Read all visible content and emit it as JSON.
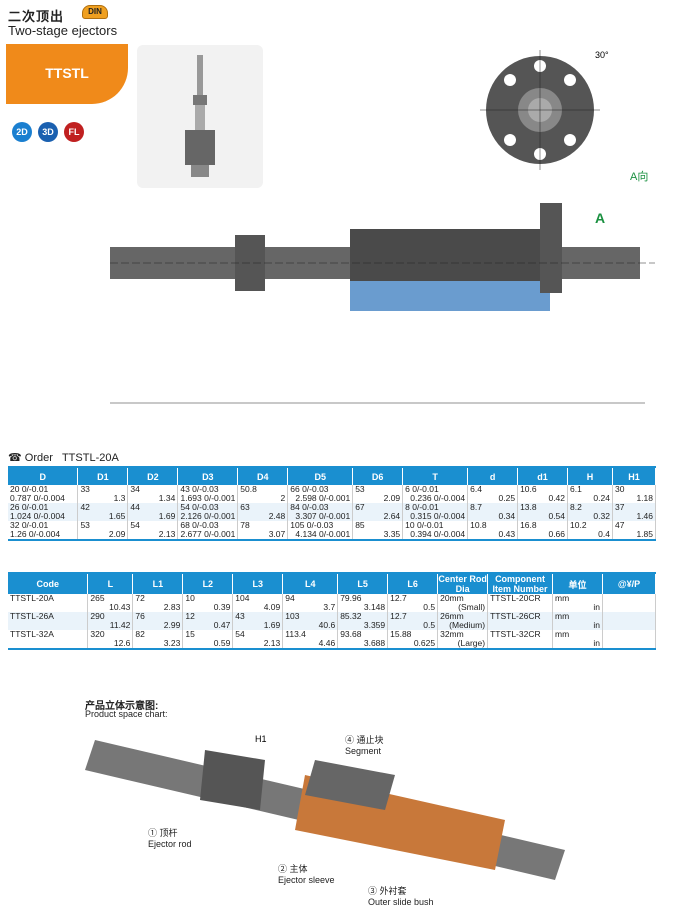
{
  "header": {
    "title_cn": "二次顶出",
    "title_en": "Two-stage ejectors",
    "din": "DIN",
    "badge": "TTSTL",
    "icons": [
      {
        "t": "2D",
        "c": "#1a7fd0"
      },
      {
        "t": "3D",
        "c": "#1a60b0"
      },
      {
        "t": "FL",
        "c": "#c02020"
      }
    ]
  },
  "drawing": {
    "angle": "30°",
    "a_view": "A向",
    "a": "A"
  },
  "order": {
    "label": "Order",
    "code": "TTSTL-20A"
  },
  "table1": {
    "headers": [
      "D",
      "D1",
      "D2",
      "D3",
      "D4",
      "D5",
      "D6",
      "T",
      "d",
      "d1",
      "H",
      "H1"
    ],
    "rows": [
      [
        "20 0/-0.01",
        "33",
        "34",
        "43 0/-0.03",
        "50.8",
        "66 0/-0.03",
        "53",
        "6 0/-0.01",
        "6.4",
        "10.6",
        "6.1",
        "30"
      ],
      [
        "0.787 0/-0.004",
        "1.3",
        "1.34",
        "1.693 0/-0.001",
        "2",
        "2.598 0/-0.001",
        "2.09",
        "0.236 0/-0.004",
        "0.25",
        "0.42",
        "0.24",
        "1.18"
      ],
      [
        "26 0/-0.01",
        "42",
        "44",
        "54 0/-0.03",
        "63",
        "84 0/-0.03",
        "67",
        "8 0/-0.01",
        "8.7",
        "13.8",
        "8.2",
        "37"
      ],
      [
        "1.024 0/-0.004",
        "1.65",
        "1.69",
        "2.126 0/-0.001",
        "2.48",
        "3.307 0/-0.001",
        "2.64",
        "0.315 0/-0.004",
        "0.34",
        "0.54",
        "0.32",
        "1.46"
      ],
      [
        "32 0/-0.01",
        "53",
        "54",
        "68 0/-0.03",
        "78",
        "105 0/-0.03",
        "85",
        "10 0/-0.01",
        "10.8",
        "16.8",
        "10.2",
        "47"
      ],
      [
        "1.26 0/-0.004",
        "2.09",
        "2.13",
        "2.677 0/-0.001",
        "3.07",
        "4.134 0/-0.001",
        "3.35",
        "0.394 0/-0.004",
        "0.43",
        "0.66",
        "0.4",
        "1.85"
      ]
    ]
  },
  "table2": {
    "headers": [
      "Code",
      "L",
      "L1",
      "L2",
      "L3",
      "L4",
      "L5",
      "L6",
      "Center Rod Dia",
      "Component Item Number",
      "单位",
      "@¥/P"
    ],
    "rows": [
      [
        "TTSTL-20A",
        "265",
        "72",
        "10",
        "104",
        "94",
        "79.96",
        "12.7",
        "20mm",
        "TTSTL-20CR",
        "mm",
        ""
      ],
      [
        "",
        "10.43",
        "2.83",
        "0.39",
        "4.09",
        "3.7",
        "3.148",
        "0.5",
        "(Small)",
        "",
        "in",
        ""
      ],
      [
        "TTSTL-26A",
        "290",
        "76",
        "12",
        "43",
        "103",
        "85.32",
        "12.7",
        "26mm",
        "TTSTL-26CR",
        "mm",
        ""
      ],
      [
        "",
        "11.42",
        "2.99",
        "0.47",
        "1.69",
        "40.6",
        "3.359",
        "0.5",
        "(Medium)",
        "",
        "in",
        ""
      ],
      [
        "TTSTL-32A",
        "320",
        "82",
        "15",
        "54",
        "113.4",
        "93.68",
        "15.88",
        "32mm",
        "TTSTL-32CR",
        "mm",
        ""
      ],
      [
        "",
        "12.6",
        "3.23",
        "0.59",
        "2.13",
        "4.46",
        "3.688",
        "0.625",
        "(Large)",
        "",
        "in",
        ""
      ]
    ]
  },
  "space": {
    "title_cn": "产品立体示意图:",
    "title_en": "Product space chart:",
    "labels": [
      {
        "cn": "④ 通止块",
        "en": "Segment"
      },
      {
        "cn": "① 顶杆",
        "en": "Ejector rod"
      },
      {
        "cn": "② 主体",
        "en": "Ejector sleeve"
      },
      {
        "cn": "③ 外衬套",
        "en": "Outer slide bush"
      }
    ],
    "h1": "H1"
  }
}
